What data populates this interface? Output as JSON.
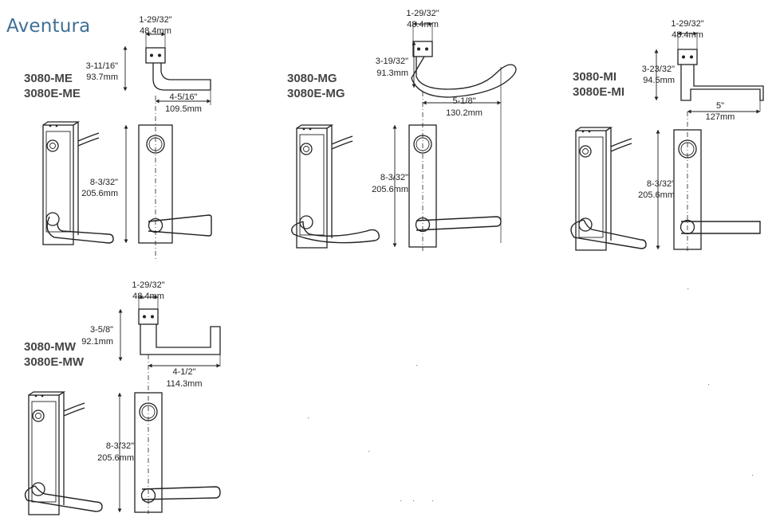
{
  "brand": "Aventura",
  "colors": {
    "brand": "#3f7096",
    "line": "#222222",
    "label": "#444444"
  },
  "lever_styles": [
    {
      "models": [
        "3080-ME",
        "3080E-ME"
      ],
      "dims": {
        "rose_width_in": "1-29/32\"",
        "rose_width_mm": "48.4mm",
        "projection_in": "3-11/16\"",
        "projection_mm": "93.7mm",
        "lever_length_in": "4-5/16\"",
        "lever_length_mm": "109.5mm",
        "trim_height_in": "8-3/32\"",
        "trim_height_mm": "205.6mm"
      }
    },
    {
      "models": [
        "3080-MG",
        "3080E-MG"
      ],
      "dims": {
        "rose_width_in": "1-29/32\"",
        "rose_width_mm": "48.4mm",
        "projection_in": "3-19/32\"",
        "projection_mm": "91.3mm",
        "lever_length_in": "5-1/8\"",
        "lever_length_mm": "130.2mm",
        "trim_height_in": "8-3/32\"",
        "trim_height_mm": "205.6mm"
      }
    },
    {
      "models": [
        "3080-MI",
        "3080E-MI"
      ],
      "dims": {
        "rose_width_in": "1-29/32\"",
        "rose_width_mm": "48.4mm",
        "projection_in": "3-23/32\"",
        "projection_mm": "94.5mm",
        "lever_length_in": "5\"",
        "lever_length_mm": "127mm",
        "trim_height_in": "8-3/32\"",
        "trim_height_mm": "205.6mm"
      }
    },
    {
      "models": [
        "3080-MW",
        "3080E-MW"
      ],
      "dims": {
        "rose_width_in": "1-29/32\"",
        "rose_width_mm": "48.4mm",
        "projection_in": "3-5/8\"",
        "projection_mm": "92.1mm",
        "lever_length_in": "4-1/2\"",
        "lever_length_mm": "114.3mm",
        "trim_height_in": "8-3/32\"",
        "trim_height_mm": "205.6mm"
      }
    }
  ]
}
